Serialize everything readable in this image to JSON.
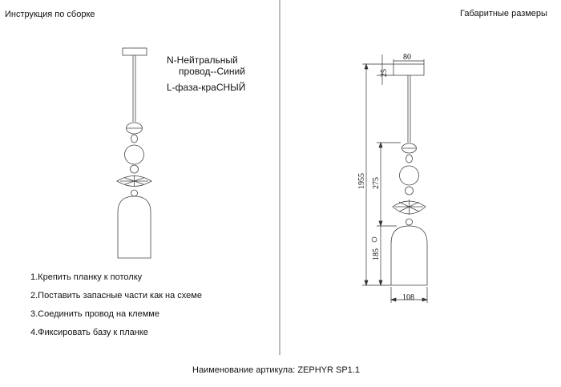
{
  "left_panel": {
    "title": "Инструкция по сборке",
    "wiring": {
      "neutral_line1": "N-Нейтральный",
      "neutral_line2": "провод--Синий",
      "phase": "L-фаза-краСНЫЙ"
    },
    "steps": [
      "1.Крепить планку к потолку",
      "2.Поставить запасные части как на схеме",
      "3.Соединить провод на клемме",
      "4.Фиксировать базу к планке"
    ]
  },
  "right_panel": {
    "title": "Габаритные размеры",
    "dimensions": {
      "canopy_width": "80",
      "canopy_height": "25",
      "total_height": "1955",
      "ornament_height": "275",
      "shade_height": "185",
      "shade_width": "108"
    }
  },
  "footer": {
    "article_label": "Наименование артикула: ZEPHYR SP1.1"
  }
}
